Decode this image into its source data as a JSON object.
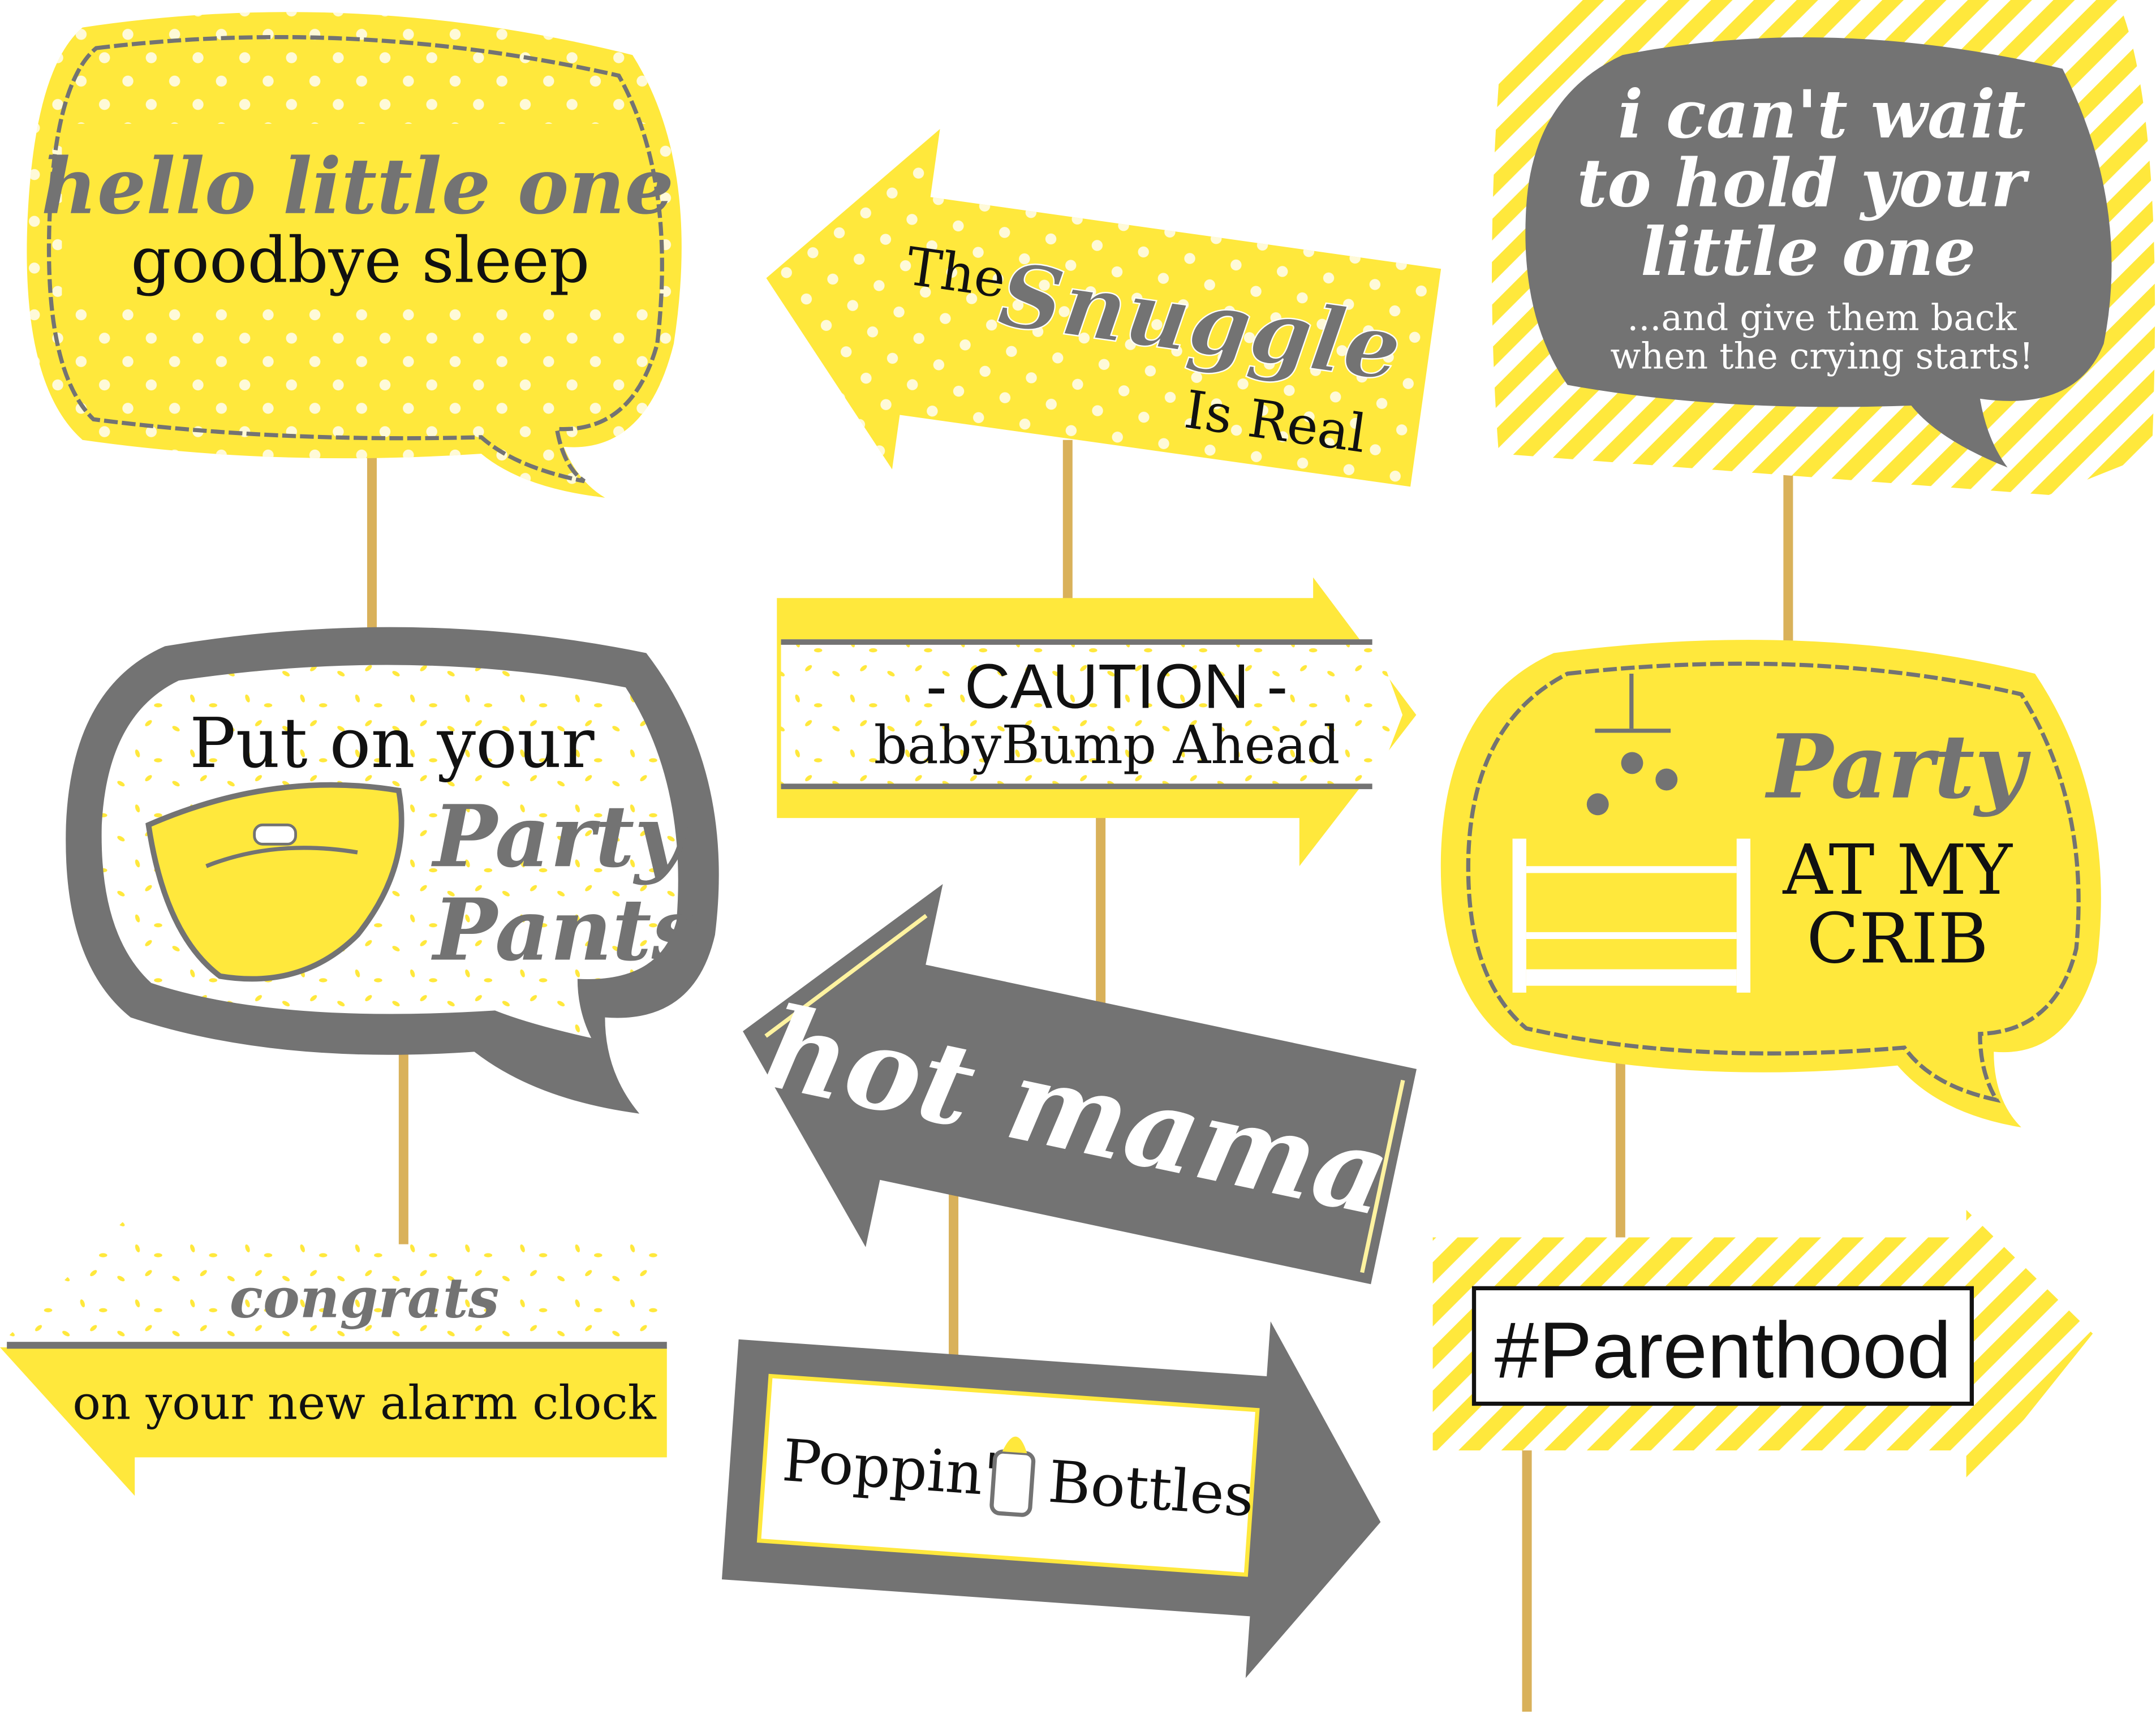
{
  "colors": {
    "yellow": "#FFE83C",
    "grey": "#737373",
    "stick": "#D9B15A",
    "white": "#FFFFFF",
    "dark": "#111111"
  },
  "props": {
    "hello": {
      "line1": "hello little one",
      "line2": "goodbye sleep"
    },
    "snuggle": {
      "the": "The",
      "snuggle": "Snuggle",
      "is_real": "Is Real"
    },
    "cant_wait": {
      "line1": "i can't wait",
      "line2": "to hold your",
      "line3": "little one",
      "line4": "...and give them back",
      "line5": "when the crying starts!"
    },
    "party_pants": {
      "line1": "Put on your",
      "party": "Party",
      "pants": "Pants"
    },
    "caution": {
      "line1": "- CAUTION -",
      "line2": "babyBump Ahead"
    },
    "crib": {
      "party": "Party",
      "line1": "AT MY",
      "line2": "CRIB"
    },
    "hot_mama": {
      "text": "hot mama"
    },
    "congrats": {
      "line1": "congrats",
      "line2": "on your new alarm clock"
    },
    "poppin": {
      "left": "Poppin'",
      "right": "Bottles"
    },
    "parenthood": {
      "text": "#Parenthood"
    }
  }
}
